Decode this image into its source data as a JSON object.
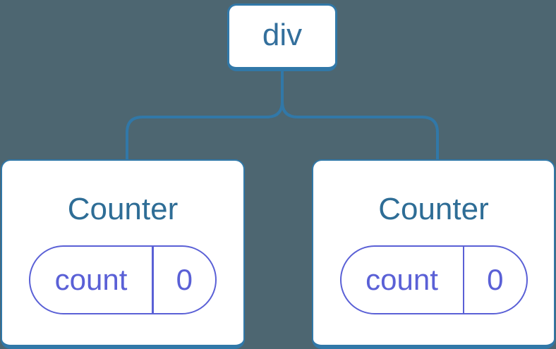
{
  "diagram": {
    "type": "component-tree",
    "colors": {
      "background": "#4d6671",
      "node_fill": "#ffffff",
      "node_border_blue": "#3178a8",
      "label_blue": "#2e6d96",
      "state_indigo": "#5a60d6"
    },
    "root": {
      "label": "div"
    },
    "children": [
      {
        "title": "Counter",
        "state": {
          "name": "count",
          "value": "0"
        }
      },
      {
        "title": "Counter",
        "state": {
          "name": "count",
          "value": "0"
        }
      }
    ]
  }
}
